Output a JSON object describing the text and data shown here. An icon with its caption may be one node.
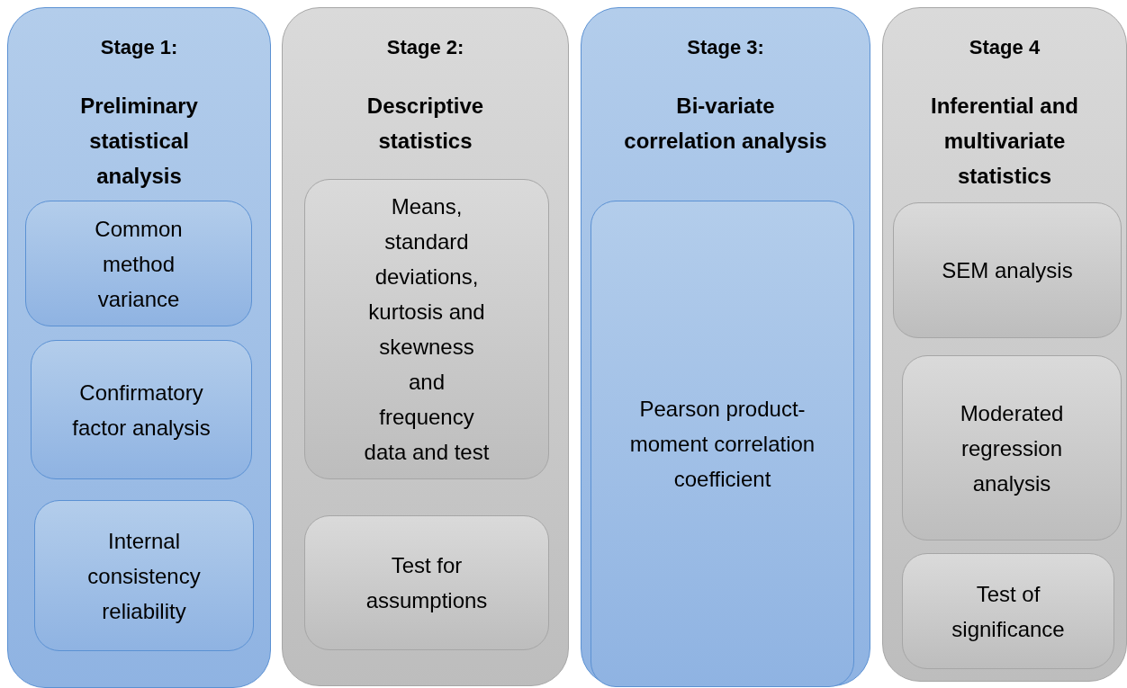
{
  "diagram": {
    "nodes": [
      {
        "text": [
          "Stage 1:",
          "Preliminary statistical analysis"
        ]
      },
      {
        "text": [
          "Common method variance"
        ],
        "in": 0
      },
      {
        "text": [
          "Confirmatory factor analysis"
        ],
        "in": 0
      },
      {
        "text": [
          "Internal consistency reliability"
        ],
        "in": 0
      },
      {
        "text": [
          "Stage 2:",
          "Descriptive statistics"
        ]
      },
      {
        "text": [
          "Means, standard deviations, kurtosis and skewness and frequency data and test"
        ],
        "in": 4
      },
      {
        "text": [
          "Test for assumptions"
        ],
        "in": 4
      },
      {
        "text": [
          "Stage 3:",
          "Bi-variate correlation analysis"
        ]
      },
      {
        "text": [
          "Pearson product-moment correlation coefficient"
        ],
        "in": 7
      },
      {
        "text": [
          "Stage 4",
          "Inferential and multivariate statistics"
        ]
      },
      {
        "text": [
          "SEM analysis"
        ],
        "in": 9
      },
      {
        "text": [
          "Moderated regression analysis"
        ],
        "in": 9
      },
      {
        "text": [
          "Test of significance"
        ],
        "in": 9
      }
    ]
  }
}
